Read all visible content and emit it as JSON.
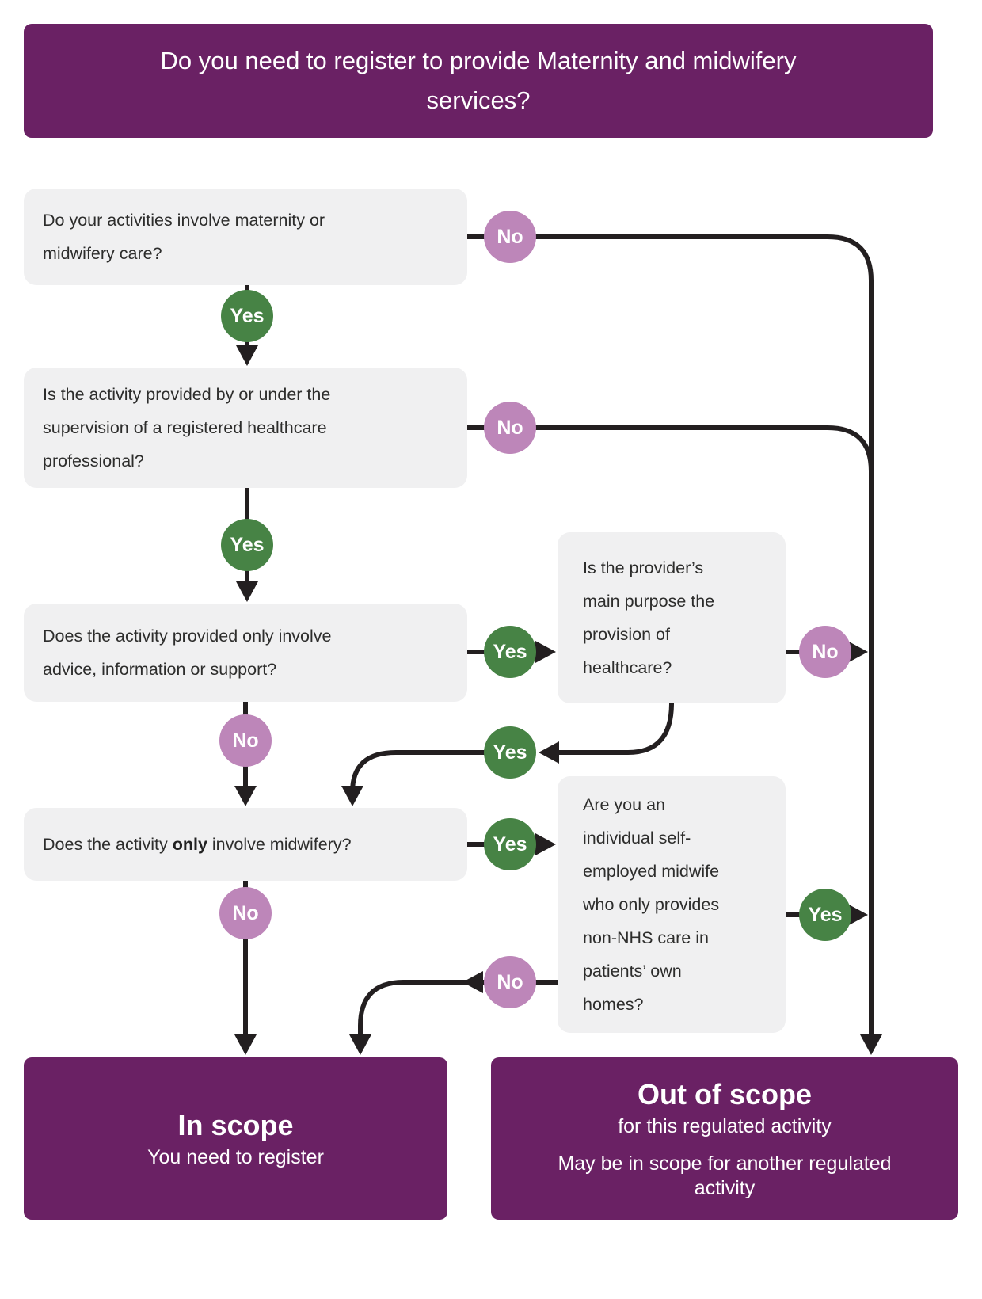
{
  "header": {
    "title": "Do you need to register to provide Maternity and midwifery services?"
  },
  "labels": {
    "yes": "Yes",
    "no": "No"
  },
  "questions": {
    "q1": {
      "text": "Do your activities involve maternity or midwifery care?"
    },
    "q2": {
      "text": "Is the activity provided by or under the supervision of a registered healthcare professional?"
    },
    "q3": {
      "text": "Does the activity provided only involve advice, information or support?"
    },
    "q4": {
      "before": "Does the activity ",
      "bold": "only",
      "after": " involve midwifery?"
    },
    "qa_provider_purpose": {
      "text": "Is the provider’s main purpose the provision of healthcare?"
    },
    "qb_self_employed_midwife": {
      "text": "Are you an individual self-employed midwife who only provides non-NHS care in patients’ own homes?"
    }
  },
  "outcomes": {
    "in_scope": {
      "title": "In scope",
      "subtitle": "You need to register"
    },
    "out_of_scope": {
      "title": "Out of scope",
      "subtitle": "for this regulated activity",
      "note": "May be in scope for another regulated activity"
    }
  },
  "colors": {
    "purple": "#6A2164",
    "green": "#478345",
    "pink": "#BD86B9",
    "box_gray": "#F0F0F1",
    "line": "#231F20",
    "text": "#2D2D2C"
  }
}
